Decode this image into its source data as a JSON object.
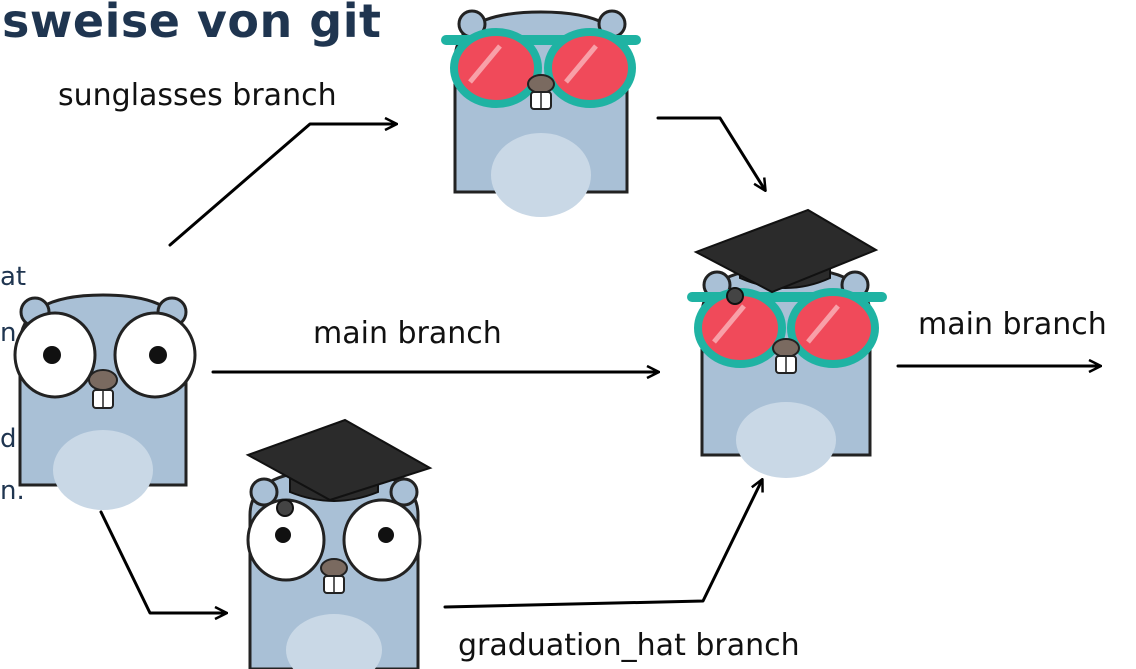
{
  "title": "sweise von git",
  "side_text": [
    "at",
    "n.",
    "d",
    "n."
  ],
  "labels": {
    "sunglasses_branch": "sunglasses branch",
    "main_branch_middle": "main branch",
    "main_branch_right": "main branch",
    "graduation_hat_branch": "graduation_hat branch"
  },
  "colors": {
    "title": "#1f3550",
    "gopher_body": "#a9c0d6",
    "gopher_belly": "#c9d8e6",
    "lens_frame": "#1fb3a3",
    "lens": "#f04a5a",
    "hat": "#2b2b2b",
    "arrow": "#000000"
  },
  "icons": [
    "gopher-plain-icon",
    "gopher-sunglasses-icon",
    "gopher-graduation-hat-icon",
    "gopher-sunglasses-graduation-hat-icon"
  ]
}
